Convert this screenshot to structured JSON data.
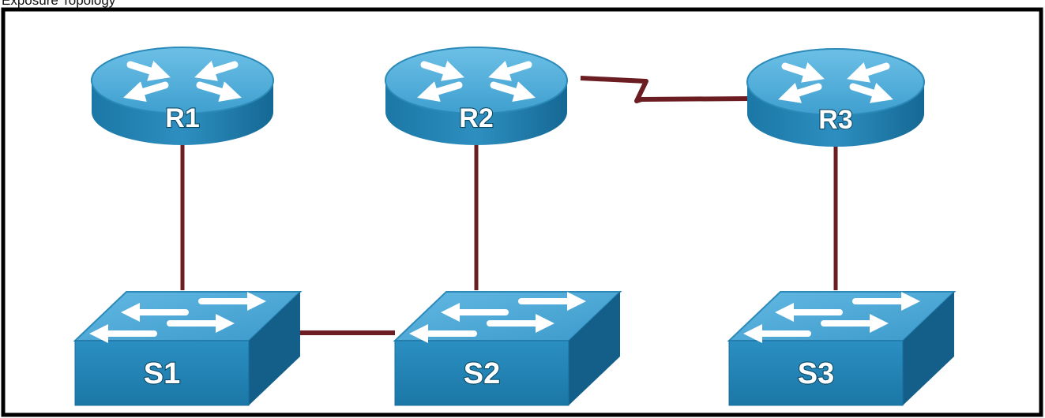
{
  "caption": "Exposure Topology",
  "colors": {
    "frame": "#000000",
    "link": "#6b1d22",
    "device_top": "#4aa9d6",
    "device_side": "#1e7fb0",
    "device_dark": "#10618c",
    "arrow": "#ffffff"
  },
  "devices": {
    "routers": [
      {
        "id": "r1",
        "label": "R1",
        "icon": "router-icon"
      },
      {
        "id": "r2",
        "label": "R2",
        "icon": "router-icon"
      },
      {
        "id": "r3",
        "label": "R3",
        "icon": "router-icon"
      }
    ],
    "switches": [
      {
        "id": "s1",
        "label": "S1",
        "icon": "switch-icon"
      },
      {
        "id": "s2",
        "label": "S2",
        "icon": "switch-icon"
      },
      {
        "id": "s3",
        "label": "S3",
        "icon": "switch-icon"
      }
    ]
  },
  "links": [
    {
      "from": "R1",
      "to": "S1",
      "type": "ethernet"
    },
    {
      "from": "R2",
      "to": "S2",
      "type": "ethernet"
    },
    {
      "from": "R3",
      "to": "S3",
      "type": "ethernet"
    },
    {
      "from": "S1",
      "to": "S2",
      "type": "ethernet"
    },
    {
      "from": "R2",
      "to": "R3",
      "type": "serial"
    }
  ]
}
